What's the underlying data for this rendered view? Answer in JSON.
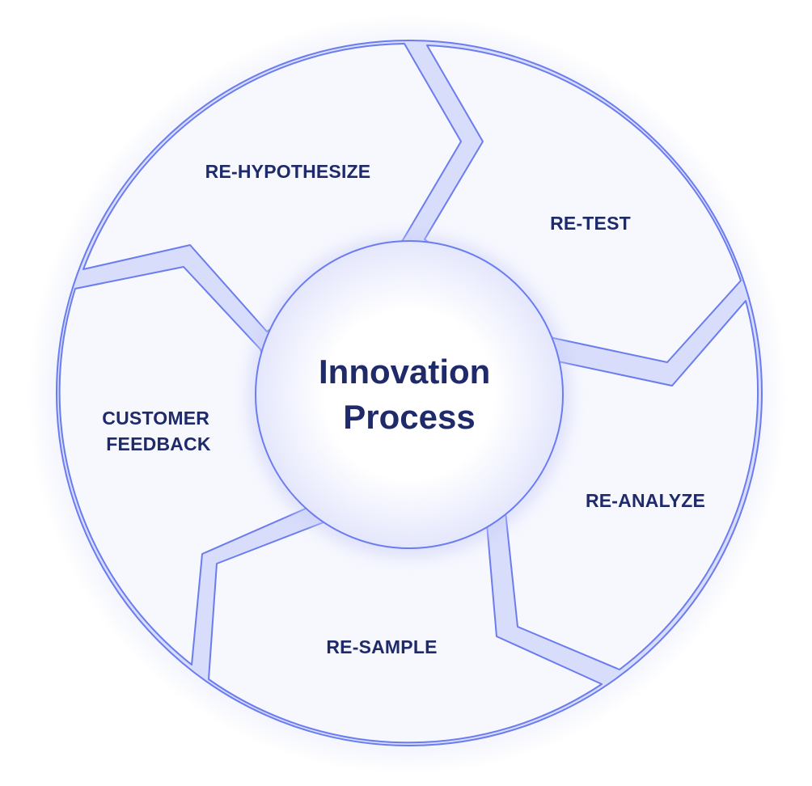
{
  "center": {
    "line1": "Innovation",
    "line2": "Process"
  },
  "segments": [
    {
      "id": "re-hypothesize",
      "lines": [
        "RE-HYPOTHESIZE"
      ]
    },
    {
      "id": "re-test",
      "lines": [
        "RE-TEST"
      ]
    },
    {
      "id": "re-analyze",
      "lines": [
        "RE-ANALYZE"
      ]
    },
    {
      "id": "re-sample",
      "lines": [
        "RE-SAMPLE"
      ]
    },
    {
      "id": "customer-feedback",
      "lines": [
        "CUSTOMER",
        "FEEDBACK"
      ]
    }
  ],
  "colors": {
    "stroke": "#6b7cf0",
    "segment_fill": "#f7f8fe",
    "gap_fill": "#d8ddfb",
    "glow": "#c9cff8",
    "text": "#1f2a6b"
  }
}
